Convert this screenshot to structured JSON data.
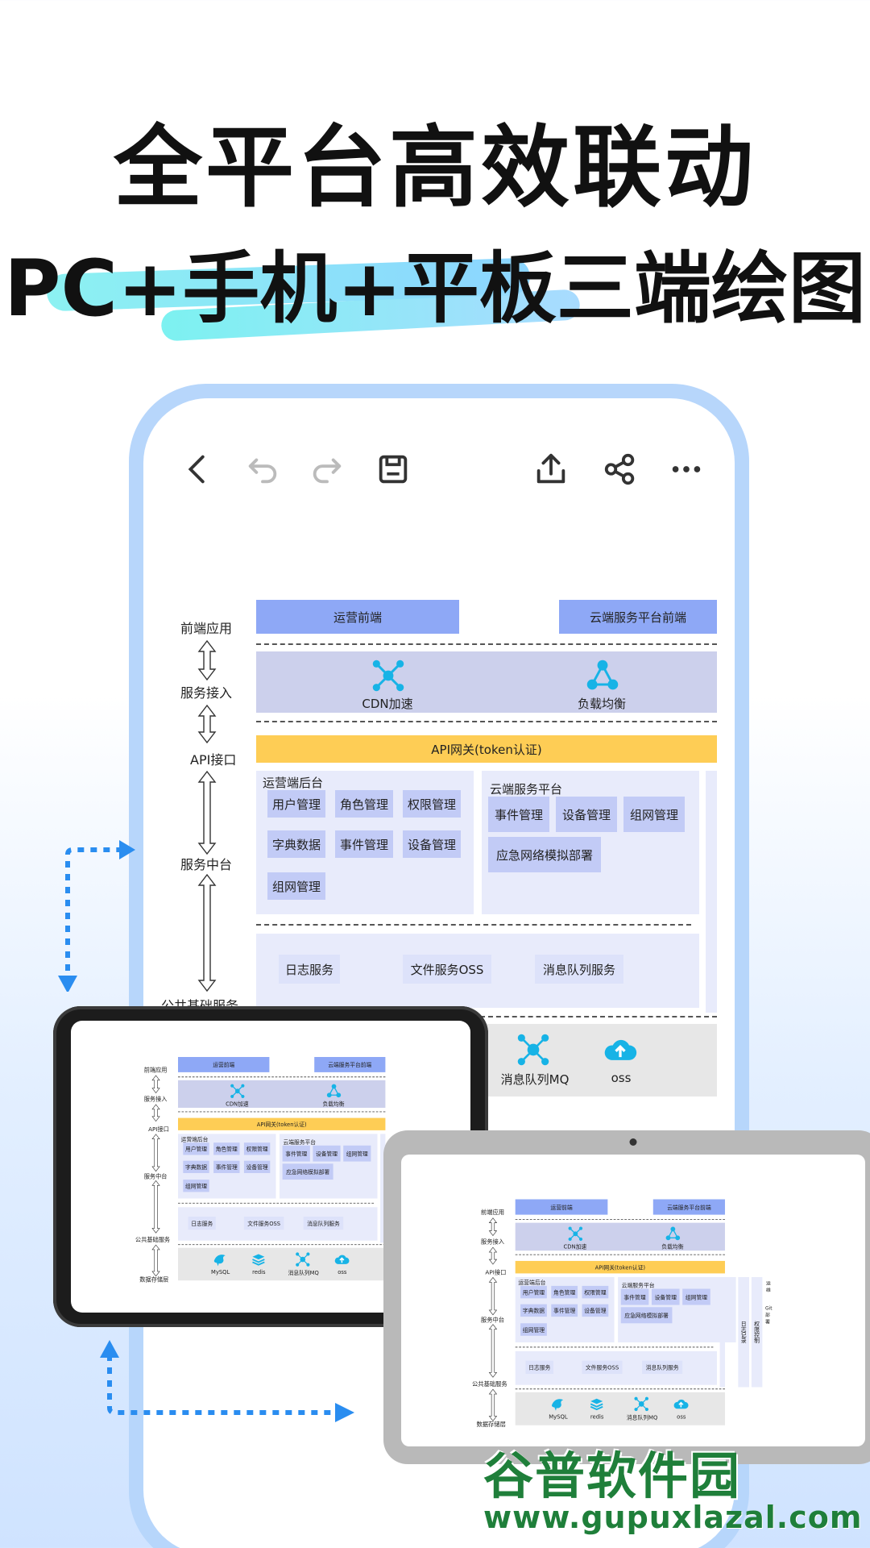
{
  "headline": {
    "line1": "全平台高效联动",
    "line2": "PC+手机+平板三端绘图"
  },
  "toolbar": {
    "back_icon": "chevron-left-icon",
    "undo_icon": "undo-icon",
    "redo_icon": "redo-icon",
    "save_icon": "save-icon",
    "export_icon": "export-icon",
    "share_icon": "share-icon",
    "more_icon": "more-icon"
  },
  "diagram": {
    "layers": [
      "前端应用",
      "服务接入",
      "API接口",
      "服务中台",
      "公共基础服务",
      "数据存储层"
    ],
    "frontend": [
      "运营前端",
      "云端服务平台前端"
    ],
    "access": [
      "CDN加速",
      "负载均衡"
    ],
    "gateway": "API网关(token认证)",
    "ops_backend": {
      "title": "运营端后台",
      "items": [
        "用户管理",
        "角色管理",
        "权限管理",
        "字典数据",
        "事件管理",
        "设备管理",
        "组网管理"
      ]
    },
    "cloud_platform": {
      "title": "云端服务平台",
      "items": [
        "事件管理",
        "设备管理",
        "组网管理",
        "应急网络模拟部署"
      ]
    },
    "common": [
      "日志服务",
      "文件服务OSS",
      "消息队列服务"
    ],
    "storage": [
      "MySQL",
      "redis",
      "消息队列MQ",
      "oss"
    ],
    "side_log": "日志记录",
    "side_auth": "权限控制",
    "ops_title": "运维",
    "git_deploy": "Git部署"
  },
  "watermark": {
    "logo": "谷普软件园",
    "url": "www.gupuxlazal.com"
  }
}
